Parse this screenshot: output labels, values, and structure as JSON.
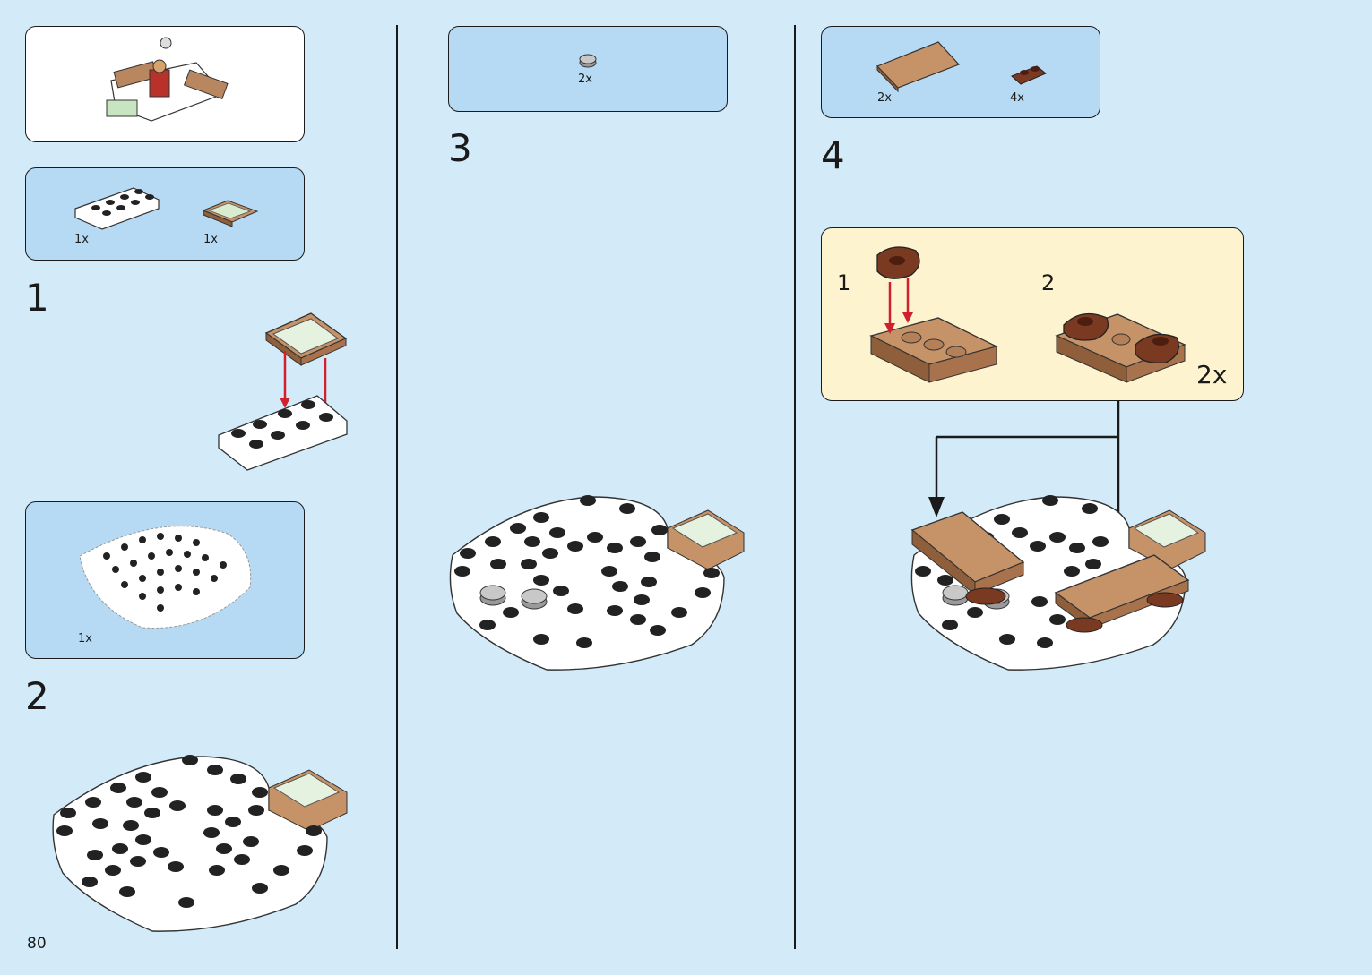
{
  "page_number": "80",
  "colors": {
    "background": "#d3ebf9",
    "parts_box": "#b6daf4",
    "sub_box": "#fdf3cf",
    "arrow_red": "#d0202e",
    "brown": "#b8875f",
    "dark_brown": "#7a3a22"
  },
  "column1": {
    "parts_box_1": {
      "items": [
        {
          "icon": "white-plate-2x4",
          "qty": "1x"
        },
        {
          "icon": "printed-tile-2x2",
          "qty": "1x"
        }
      ]
    },
    "step_1": "1",
    "parts_box_2": {
      "items": [
        {
          "icon": "white-round-base-plate",
          "qty": "1x"
        }
      ]
    },
    "step_2": "2"
  },
  "column2": {
    "parts_box": {
      "items": [
        {
          "icon": "grey-round-tile-1x1",
          "qty": "2x"
        }
      ]
    },
    "step_3": "3"
  },
  "column3": {
    "parts_box": {
      "items": [
        {
          "icon": "brown-tile-2x4",
          "qty": "2x"
        },
        {
          "icon": "dark-brown-plate-1x2",
          "qty": "4x"
        }
      ]
    },
    "step_4": "4",
    "sub_assembly": {
      "step_a": "1",
      "step_b": "2",
      "multiplier": "2x"
    }
  }
}
